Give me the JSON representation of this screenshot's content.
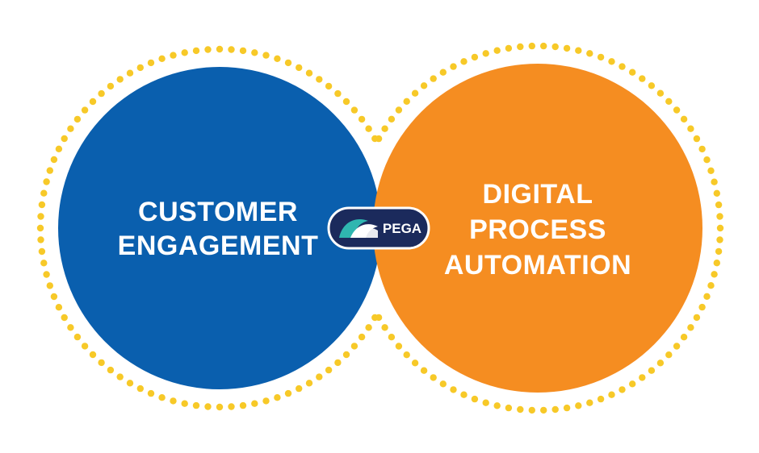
{
  "diagram": {
    "left_circle": {
      "lines": [
        "CUSTOMER",
        "ENGAGEMENT"
      ],
      "color": "#0a5fae"
    },
    "right_circle": {
      "lines": [
        "DIGITAL",
        "PROCESS",
        "AUTOMATION"
      ],
      "color": "#f58d21"
    },
    "dot_color": "#f7c928",
    "logo": {
      "text": "PEGA",
      "badge_color": "#1b2a5c",
      "icon": "pega-wave-icon"
    }
  }
}
